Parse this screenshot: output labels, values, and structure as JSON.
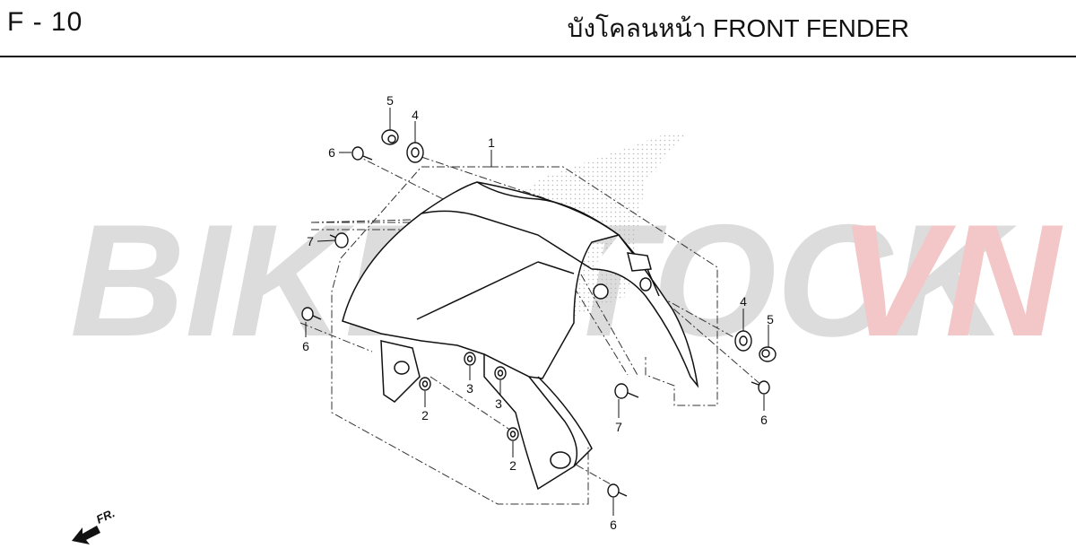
{
  "header": {
    "code": "F - 10",
    "title": "บังโคลนหน้า  FRONT FENDER"
  },
  "watermark": {
    "part1": "BIKESTOCK",
    "part2": "VN",
    "color1": "#dcdcdc",
    "color2": "#f3c7c7"
  },
  "direction_label": "FR.",
  "callouts": {
    "c1": "1",
    "c2a": "2",
    "c2b": "2",
    "c3a": "3",
    "c3b": "3",
    "c4a": "4",
    "c4b": "4",
    "c5a": "5",
    "c5b": "5",
    "c6a": "6",
    "c6b": "6",
    "c6c": "6",
    "c6d": "6",
    "c7a": "7",
    "c7b": "7"
  }
}
